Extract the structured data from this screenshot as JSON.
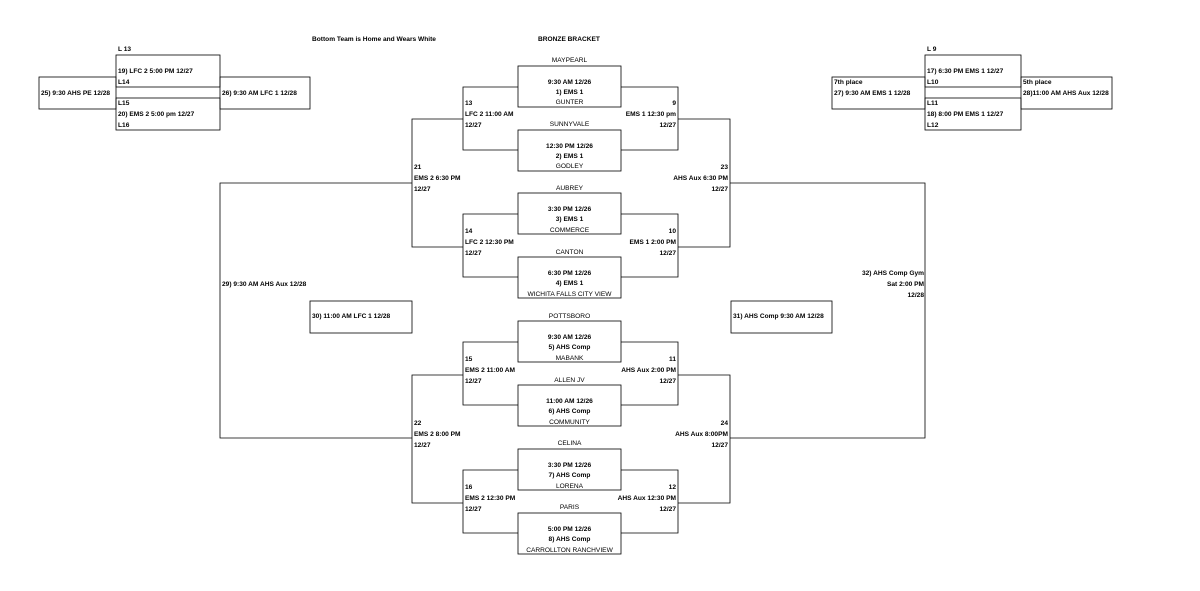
{
  "header": {
    "note": "Bottom Team is Home and Wears White",
    "title": "BRONZE BRACKET"
  },
  "first_round": [
    {
      "top": "MAYPEARL",
      "time": "9:30 AM   12/26",
      "game": "1) EMS 1",
      "bottom": "GUNTER"
    },
    {
      "top": "SUNNYVALE",
      "time": "12:30 PM   12/26",
      "game": "2) EMS 1",
      "bottom": "GODLEY"
    },
    {
      "top": "AUBREY",
      "time": "3:30 PM   12/26",
      "game": "3) EMS 1",
      "bottom": "COMMERCE"
    },
    {
      "top": "CANTON",
      "time": "6:30 PM   12/26",
      "game": "4) EMS 1",
      "bottom": "WICHITA FALLS CITY VIEW"
    },
    {
      "top": "POTTSBORO",
      "time": "9:30 AM   12/26",
      "game": "5) AHS Comp",
      "bottom": "MABANK"
    },
    {
      "top": "ALLEN JV",
      "time": "11:00 AM   12/26",
      "game": "6) AHS Comp",
      "bottom": "COMMUNITY"
    },
    {
      "top": "CELINA",
      "time": "3:30 PM   12/26",
      "game": "7) AHS Comp",
      "bottom": "LORENA"
    },
    {
      "top": "PARIS",
      "time": "5:00 PM   12/26",
      "game": "8) AHS Comp",
      "bottom": "CARROLLTON RANCHVIEW"
    }
  ],
  "second_round": {
    "g13": {
      "num": "13",
      "site": "LFC 2 11:00 AM",
      "date": "12/27"
    },
    "g9": {
      "num": "9",
      "site": "EMS 1 12:30 pm",
      "date": "12/27"
    },
    "g14": {
      "num": "14",
      "site": "LFC 2 12:30 PM",
      "date": "12/27"
    },
    "g10": {
      "num": "10",
      "site": "EMS 1 2:00 PM",
      "date": "12/27"
    },
    "g15": {
      "num": "15",
      "site": "EMS 2 11:00 AM",
      "date": "12/27"
    },
    "g11": {
      "num": "11",
      "site": "AHS Aux 2:00 PM",
      "date": "12/27"
    },
    "g16": {
      "num": "16",
      "site": "EMS 2 12:30 PM",
      "date": "12/27"
    },
    "g12": {
      "num": "12",
      "site": "AHS Aux 12:30 PM",
      "date": "12/27"
    }
  },
  "third_round": {
    "g21": {
      "num": "21",
      "site": "EMS 2  6:30 PM",
      "date": "12/27"
    },
    "g23": {
      "num": "23",
      "site": "AHS Aux 6:30 PM",
      "date": "12/27"
    },
    "g22": {
      "num": "22",
      "site": "EMS 2 8:00 PM",
      "date": "12/27"
    },
    "g24": {
      "num": "24",
      "site": "AHS Aux 8:00PM",
      "date": "12/27"
    }
  },
  "semis": {
    "g29": "29) 9:30 AM AHS Aux 12/28",
    "g30": "30) 11:00 AM LFC 1  12/28",
    "g31": "31) AHS Comp 9:30 AM   12/28",
    "g32": {
      "line1": "32) AHS Comp Gym",
      "line2": "Sat 2:00 PM",
      "line3": "12/28"
    }
  },
  "left_consolation": {
    "l13": "L 13",
    "g19": "19) LFC 2 5:00 PM   12/27",
    "l14": "L14",
    "g25": "25) 9:30 AHS PE 12/28",
    "g26": "26) 9:30 AM LFC 1  12/28",
    "l15": "L15",
    "g20": "20) EMS 2 5:00 pm   12/27",
    "l16": "L16"
  },
  "right_consolation": {
    "l9": "L 9",
    "g17": "17) 6:30 PM EMS 1   12/27",
    "l10": "L10",
    "seventh_label": "7th place",
    "g27": "27) 9:30 AM EMS 1   12/28",
    "fifth_label": "5th place",
    "g28": "28)11:00 AM AHS Aux 12/28",
    "l11": "L11",
    "g18": "18) 8:00 PM EMS 1   12/27",
    "l12": "L12"
  }
}
